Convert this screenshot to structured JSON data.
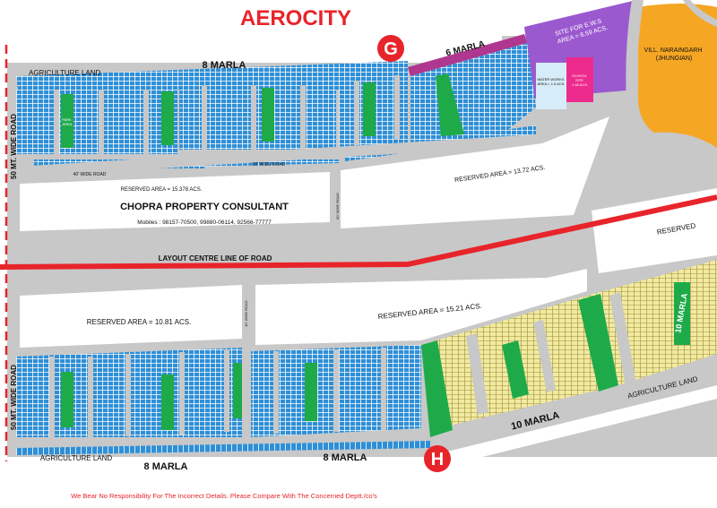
{
  "title": "AEROCITY",
  "blocks": {
    "g": "G",
    "h": "H"
  },
  "labels": {
    "agri_top_left": "AGRICULTURE LAND",
    "marla8_top": "8 MARLA",
    "marla6": "6 MARLA",
    "ews": "SITE FOR E.W.S\nAREA = 6.59 ACS.",
    "village": "VILL. NARAINGARH\n(JHUNGIAN)",
    "water_works": "WATER WORKS\nAREA = 1.0 ACS.",
    "school": "SCHOOL\nSITE\n1.48 ACS.",
    "road_50_top": "50 MT. WIDE ROAD",
    "road_50_bottom": "50 MT. WIDE ROAD",
    "road_60": "60' WIDE ROAD",
    "road_40": "40' WIDE ROAD",
    "road_80": "80' WIDE ROAD",
    "road_40_short": "40' WIDE ROAD",
    "reserved_1": "RESERVED AREA = 15.378 ACS.",
    "reserved_2": "RESERVED AREA = 13.72 ACS.",
    "reserved_3": "RESERVED AREA = 10.81 ACS.",
    "reserved_4": "RESERVED AREA = 15.21 ACS.",
    "reserved_5": "RESERVED",
    "centre_line": "LAYOUT CENTRE LINE OF ROAD",
    "park": "PARK\nAREA",
    "marla8_bottom_left": "8 MARLA",
    "marla8_bottom_mid": "8 MARLA",
    "marla10_bottom": "10 MARLA",
    "marla10_right": "10 MARLA",
    "agri_bottom_left": "AGRICULTURE LAND",
    "agri_bottom_right": "AGRICULTURE LAND"
  },
  "consultant": {
    "name": "CHOPRA PROPERTY CONSULTANT",
    "mobiles": "Mobiles : 98157-70500,  99880-06114,  92566-77777"
  },
  "disclaimer": "We Bear No Responsibility For The Incorrect Details. Please Compare With The Concerned Deptt./co's",
  "colors": {
    "plot_blue": "#2f8fd6",
    "plot_yellow": "#f2eaa0",
    "park_green": "#1faa4a",
    "road_gray": "#c8c8c8",
    "centre_line_red": "#e8242b",
    "ews_purple": "#9b59d0",
    "village_orange": "#f5a623",
    "water_works_blue": "#d6ecf8",
    "school_pink": "#ec2b8c",
    "marla6_magenta": "#b0378f",
    "title_red": "#e8242b",
    "background": "#ffffff"
  }
}
